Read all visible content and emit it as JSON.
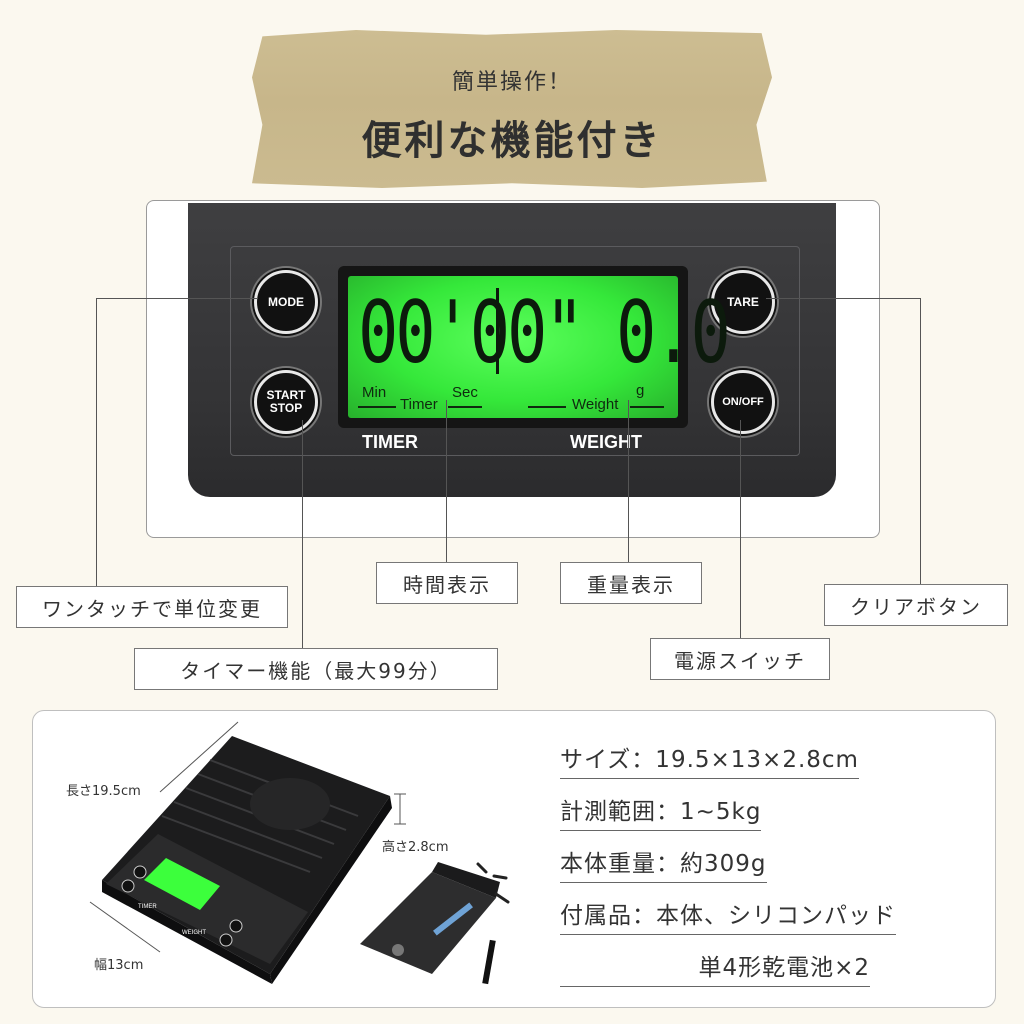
{
  "banner": {
    "subtitle": "簡単操作！",
    "title": "便利な機能付き"
  },
  "scale_panel": {
    "buttons": {
      "mode": "MODE",
      "start_stop": "START STOP",
      "tare": "TARE",
      "on_off": "ON/OFF"
    },
    "lcd": {
      "timer_value": "00'00\"",
      "weight_value": "0.0",
      "min_label": "Min",
      "sec_label": "Sec",
      "timer_label": "Timer",
      "weight_label": "Weight",
      "unit_label": "g"
    },
    "timer_label": "TIMER",
    "weight_label": "WEIGHT"
  },
  "callouts": {
    "unit_change": "ワンタッチで単位変更",
    "timer_function": "タイマー機能（最大99分）",
    "time_display": "時間表示",
    "weight_display": "重量表示",
    "power_switch": "電源スイッチ",
    "clear_button": "クリアボタン"
  },
  "product": {
    "length_label": "長さ19.5cm",
    "height_label": "高さ2.8cm",
    "width_label": "幅13cm",
    "mini_timer": "TIMER",
    "mini_weight": "WEIGHT"
  },
  "specs": {
    "size": "サイズ：19.5×13×2.8cm",
    "range": "計測範囲：1~5kg",
    "weight": "本体重量：約309g",
    "accessories": "付属品：本体、シリコンパッド",
    "battery": "単4形乾電池×2"
  },
  "colors": {
    "background": "#fbf8ef",
    "tape": "#c9b98d",
    "lcd_green": "#35e83a",
    "scale_body": "#363638"
  }
}
